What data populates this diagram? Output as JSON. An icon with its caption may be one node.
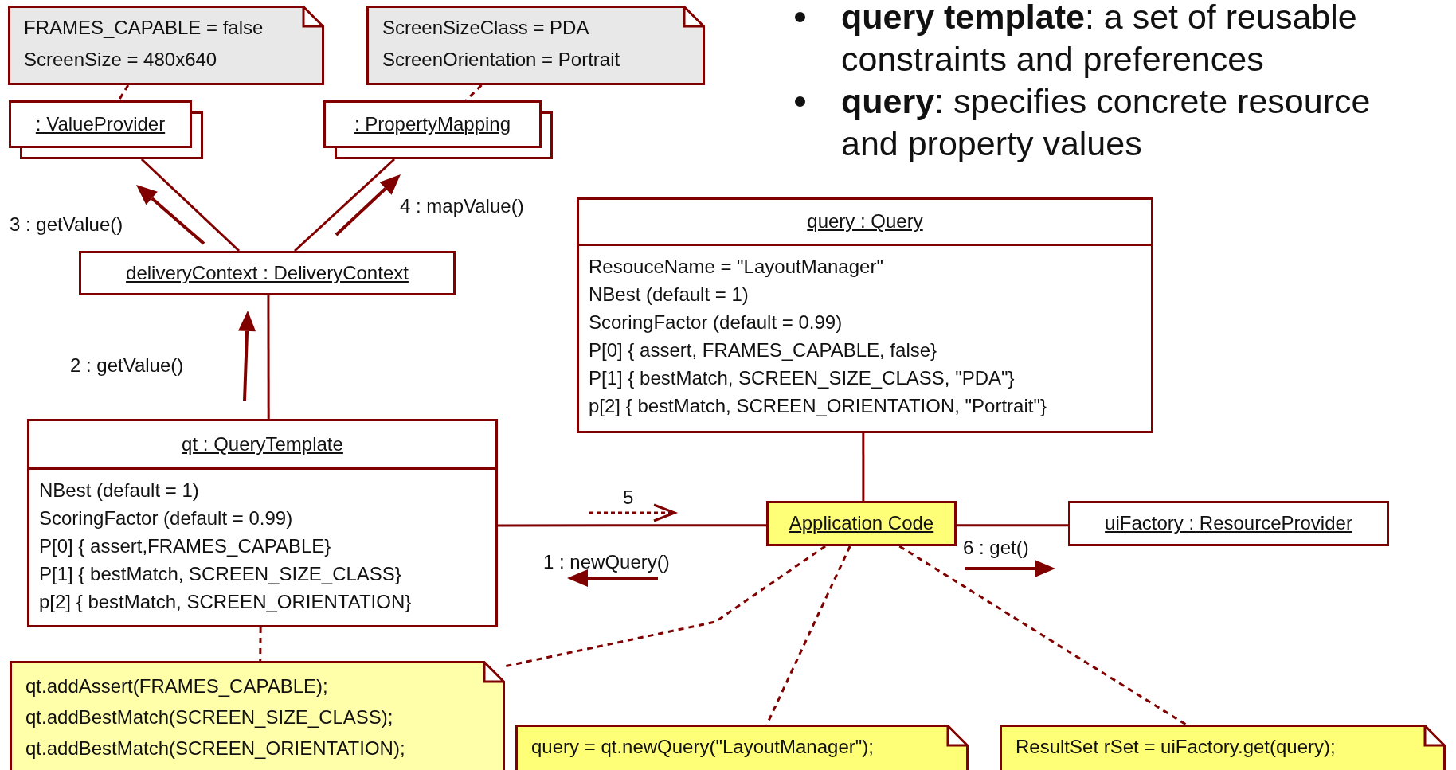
{
  "diagram": {
    "nodes": [
      {
        "text": [
          "FRAMES_CAPABLE = false",
          "ScreenSize = 480x640"
        ]
      },
      {
        "text": [
          "ScreenSizeClass = PDA",
          "ScreenOrientation = Portrait"
        ]
      },
      {
        "text": [
          ": ValueProvider"
        ]
      },
      {
        "text": [
          ": PropertyMapping"
        ]
      },
      {
        "text": [
          "query : Query",
          "ResouceName = \"LayoutManager\"",
          "NBest (default = 1)",
          "ScoringFactor (default = 0.99)",
          "P[0] { assert, FRAMES_CAPABLE, false}",
          "P[1] { bestMatch, SCREEN_SIZE_CLASS, \"PDA\"}",
          "p[2] { bestMatch, SCREEN_ORIENTATION, \"Portrait\"}"
        ]
      },
      {
        "text": [
          "deliveryContext : DeliveryContext"
        ]
      },
      {
        "text": [
          "qt : QueryTemplate",
          "NBest (default = 1)",
          "ScoringFactor (default = 0.99)",
          "P[0] { assert,FRAMES_CAPABLE}",
          "P[1] { bestMatch, SCREEN_SIZE_CLASS}",
          "p[2] { bestMatch, SCREEN_ORIENTATION}"
        ]
      },
      {
        "text": [
          "Application Code"
        ]
      },
      {
        "text": [
          "uiFactory : ResourceProvider"
        ]
      },
      {
        "text": [
          "qt.addAssert(FRAMES_CAPABLE);",
          "qt.addBestMatch(SCREEN_SIZE_CLASS);",
          "qt.addBestMatch(SCREEN_ORIENTATION);"
        ]
      },
      {
        "text": [
          "query = qt.newQuery(\"LayoutManager\");"
        ]
      },
      {
        "text": [
          "ResultSet rSet = uiFactory.get(query);"
        ]
      }
    ],
    "edges": [
      {
        "from": 0,
        "to": 2,
        "arrow": "none",
        "style": "dashed"
      },
      {
        "from": 1,
        "to": 3,
        "arrow": "none",
        "style": "dashed"
      },
      {
        "from": 5,
        "to": 2,
        "arrow": "none"
      },
      {
        "from": 5,
        "to": 3,
        "arrow": "none"
      },
      {
        "from": 6,
        "to": 5,
        "arrow": "none"
      },
      {
        "from": 6,
        "to": 7,
        "arrow": "none"
      },
      {
        "from": 4,
        "to": 7,
        "arrow": "none"
      },
      {
        "from": 7,
        "to": 8,
        "arrow": "none"
      },
      {
        "from": 6,
        "to": 9,
        "arrow": "none",
        "style": "dashed"
      },
      {
        "from": 7,
        "to": 9,
        "arrow": "none",
        "style": "dashed"
      },
      {
        "from": 7,
        "to": 10,
        "arrow": "none",
        "style": "dashed"
      },
      {
        "from": 7,
        "to": 11,
        "arrow": "none",
        "style": "dashed"
      }
    ],
    "labels": [
      "**query template**: a set of reusable constraints and preferences",
      "**query**: specifies concrete resource and property values",
      "3 : getValue()",
      "4 : mapValue()",
      "2 : getValue()",
      "5",
      "1 : newQuery()",
      "6 : get()"
    ]
  }
}
